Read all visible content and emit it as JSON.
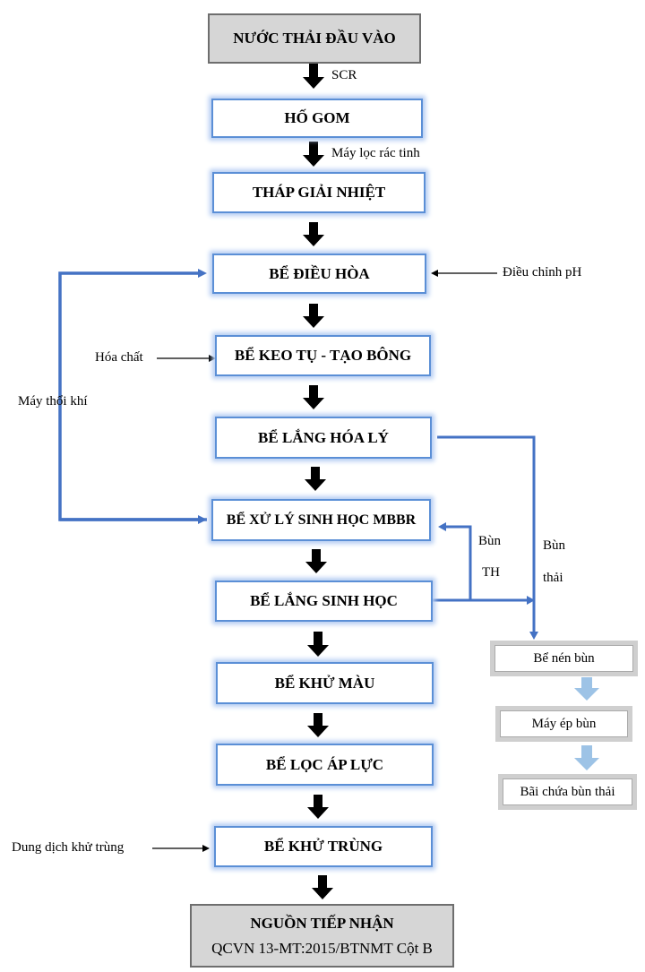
{
  "top_box": {
    "label": "NƯỚC THẢI ĐẦU VÀO"
  },
  "steps": {
    "ho_gom": "HỐ GOM",
    "thap_giai_nhiet": "THÁP GIẢI NHIỆT",
    "be_dieu_hoa": "BỂ ĐIỀU HÒA",
    "be_keo_tu": "BỂ KEO TỤ - TẠO BÔNG",
    "be_lang_hoa_ly": "BỂ LẮNG HÓA LÝ",
    "be_xu_ly_mbbr": "BỂ XỬ LÝ SINH HỌC MBBR",
    "be_lang_sinh_hoc": "BỂ LẮNG SINH HỌC",
    "be_khu_mau": "BỂ KHỬ MÀU",
    "be_loc_ap_luc": "BỂ LỌC ÁP LỰC",
    "be_khu_trung": "BỂ KHỬ TRÙNG"
  },
  "bottom_box": {
    "label": "NGUỒN TIẾP NHẬN",
    "sublabel": "QCVN 13-MT:2015/BTNMT Cột B"
  },
  "annotations": {
    "scr": "SCR",
    "may_loc_rac": "Máy lọc rác tinh",
    "dieu_chinh_ph": "Điều chỉnh pH",
    "hoa_chat": "Hóa chất",
    "may_thoi_khi": "Máy thổi khí",
    "bun_th_1": "Bùn",
    "bun_th_2": "TH",
    "bun_thai_1": "Bùn",
    "bun_thai_2": "thải",
    "dung_dich": "Dung dịch khử trùng"
  },
  "sludge": {
    "be_nen_bun": "Bể nén bùn",
    "may_ep_bun": "Máy ép bùn",
    "bai_chua": "Bãi chứa bùn thải"
  },
  "colors": {
    "box_border": "#5b8fd6",
    "box_glow": "#b5cdf2",
    "flow_line": "#4472c4",
    "gray_box": "#d6d6d6",
    "light_arrow": "#9dc3e6"
  }
}
